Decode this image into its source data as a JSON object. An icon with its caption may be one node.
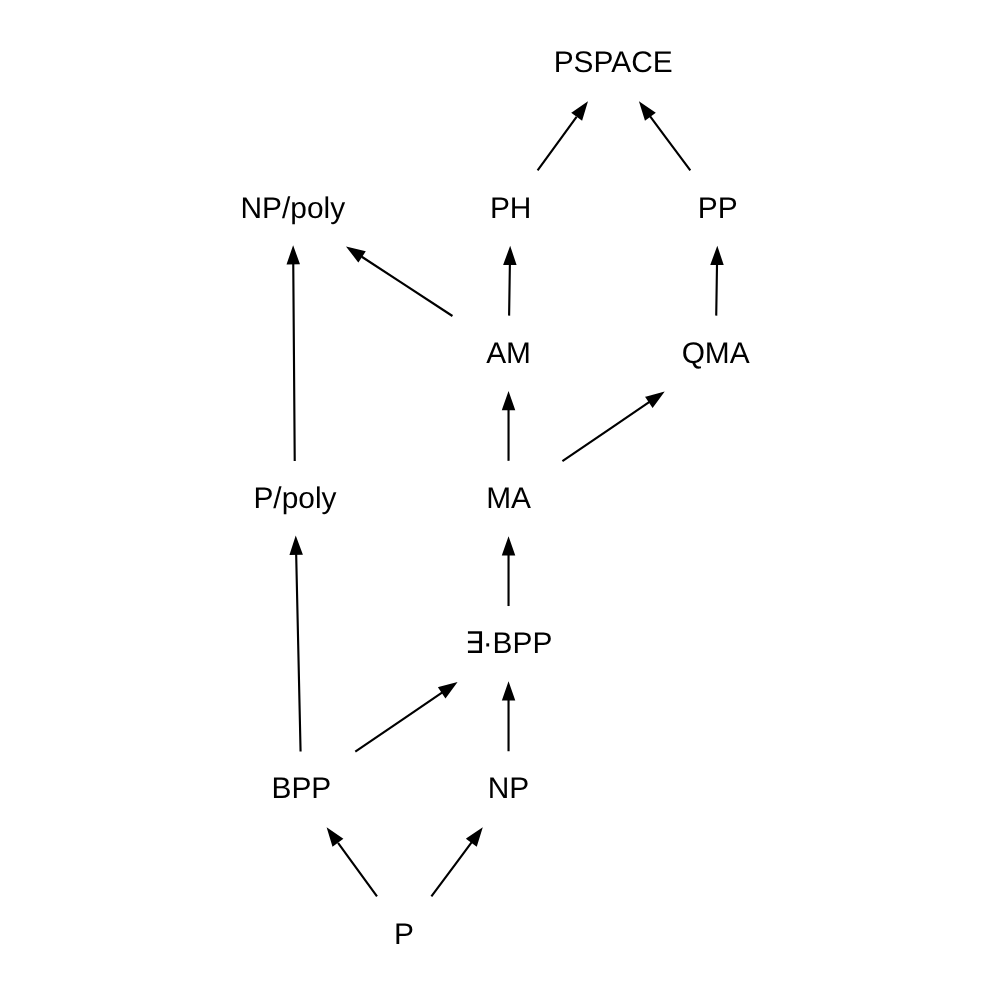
{
  "diagram": {
    "nodes": [
      {
        "text": [
          "PSPACE"
        ]
      },
      {
        "text": [
          "NP/poly"
        ]
      },
      {
        "text": [
          "PH"
        ]
      },
      {
        "text": [
          "PP"
        ]
      },
      {
        "text": [
          "AM"
        ]
      },
      {
        "text": [
          "QMA"
        ]
      },
      {
        "text": [
          "P/poly"
        ]
      },
      {
        "text": [
          "MA"
        ]
      },
      {
        "text": [
          "∃·BPP"
        ]
      },
      {
        "text": [
          "BPP"
        ]
      },
      {
        "text": [
          "NP"
        ]
      },
      {
        "text": [
          "P"
        ]
      }
    ],
    "edges": [
      {
        "from": 11,
        "to": 9,
        "arrow": "to"
      },
      {
        "from": 11,
        "to": 10,
        "arrow": "to"
      },
      {
        "from": 9,
        "to": 6,
        "arrow": "to"
      },
      {
        "from": 9,
        "to": 8,
        "arrow": "to"
      },
      {
        "from": 10,
        "to": 8,
        "arrow": "to"
      },
      {
        "from": 8,
        "to": 7,
        "arrow": "to"
      },
      {
        "from": 7,
        "to": 4,
        "arrow": "to"
      },
      {
        "from": 7,
        "to": 5,
        "arrow": "to"
      },
      {
        "from": 4,
        "to": 2,
        "arrow": "to"
      },
      {
        "from": 4,
        "to": 1,
        "arrow": "to"
      },
      {
        "from": 6,
        "to": 1,
        "arrow": "to"
      },
      {
        "from": 2,
        "to": 0,
        "arrow": "to"
      },
      {
        "from": 5,
        "to": 3,
        "arrow": "to"
      },
      {
        "from": 3,
        "to": 0,
        "arrow": "to"
      }
    ]
  }
}
